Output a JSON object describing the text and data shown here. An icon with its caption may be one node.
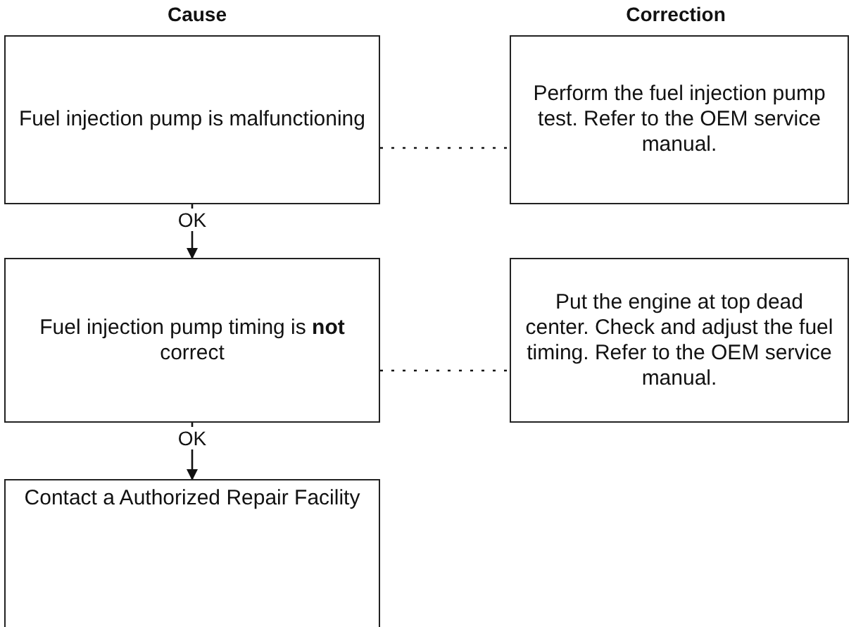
{
  "diagram": {
    "nodes": [
      {
        "text": [
          "Fuel injection pump is malfunctioning"
        ]
      },
      {
        "text": [
          "Perform the fuel injection pump test. Refer to the OEM service manual."
        ]
      },
      {
        "text": [
          "Fuel injection pump timing is **not** correct"
        ]
      },
      {
        "text": [
          "Put the engine at top dead center. Check and adjust the fuel timing. Refer to the OEM service manual."
        ]
      },
      {
        "text": [
          "Contact a Authorized Repair Facility"
        ]
      }
    ],
    "edges": [
      {
        "from": 0,
        "to": 1,
        "arrow": "none",
        "style": "dashed"
      },
      {
        "from": 0,
        "to": 2,
        "arrow": "to",
        "label": "OK"
      },
      {
        "from": 2,
        "to": 3,
        "arrow": "none",
        "style": "dashed"
      },
      {
        "from": 2,
        "to": 4,
        "arrow": "to",
        "label": "OK"
      }
    ],
    "labels": [
      "Cause",
      "Correction"
    ]
  }
}
